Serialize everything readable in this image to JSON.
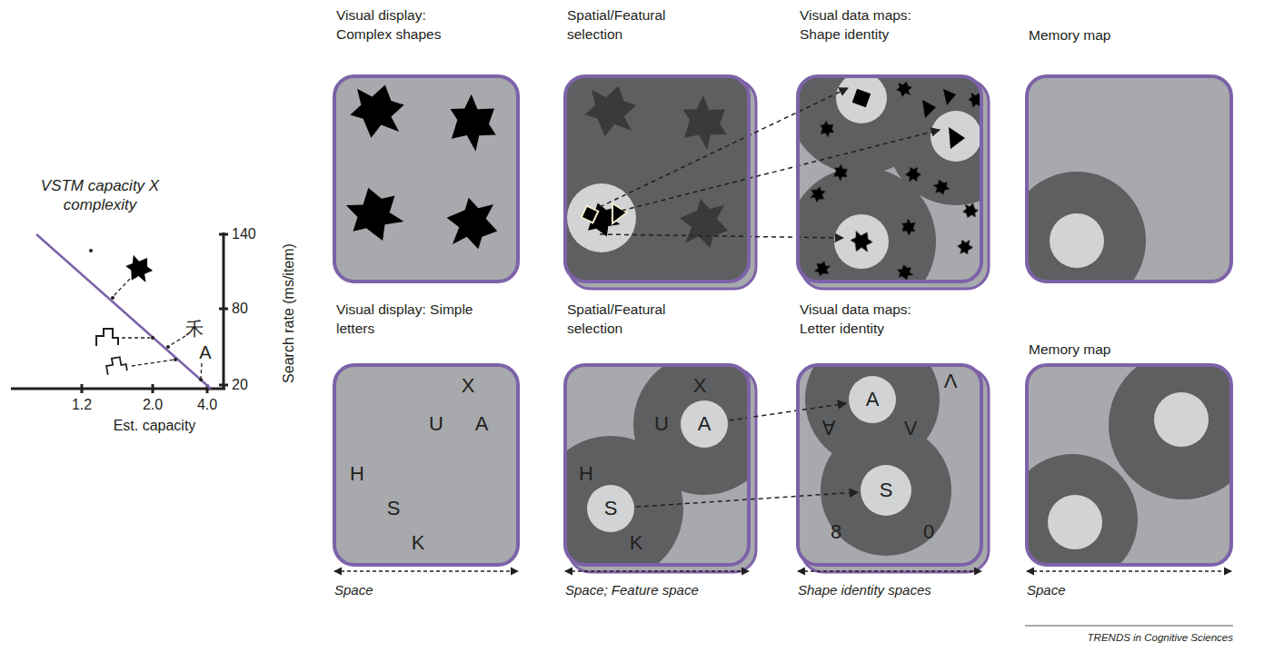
{
  "diagram": {
    "nodes": [
      {
        "text": [
          "Visual display: Complex shapes"
        ]
      },
      {
        "text": [
          "Spatial/Featural selection"
        ]
      },
      {
        "text": [
          "Visual data maps: Shape identity"
        ]
      },
      {
        "text": [
          "Memory map"
        ]
      },
      {
        "text": [
          "Visual display: Simple letters",
          "X",
          "U",
          "A",
          "H",
          "S",
          "K"
        ]
      },
      {
        "text": [
          "Spatial/Featural selection",
          "X",
          "U",
          "H",
          "K"
        ]
      },
      {
        "text": [
          "A"
        ],
        "in": 5
      },
      {
        "text": [
          "S"
        ],
        "in": 5
      },
      {
        "text": [
          "Visual data maps: Letter identity",
          "∀",
          "V",
          "Λ",
          "8",
          "0"
        ]
      },
      {
        "text": [
          "A"
        ],
        "in": 8
      },
      {
        "text": [
          "S"
        ],
        "in": 8
      },
      {
        "text": [
          "Memory map"
        ]
      }
    ],
    "edges": [
      {
        "from": 6,
        "to": 9,
        "arrow": "to"
      },
      {
        "from": 7,
        "to": 10,
        "arrow": "to"
      }
    ],
    "labels": [
      "VSTM capacity X complexity",
      "140",
      "80",
      "20",
      "Search rate (ms/item)",
      "1.2",
      "2.0",
      "4.0",
      "Est. capacity",
      "禾",
      "A",
      "Space",
      "Space; Feature space",
      "Shape identity spaces",
      "Space",
      "TRENDS in Cognitive Sciences"
    ]
  }
}
